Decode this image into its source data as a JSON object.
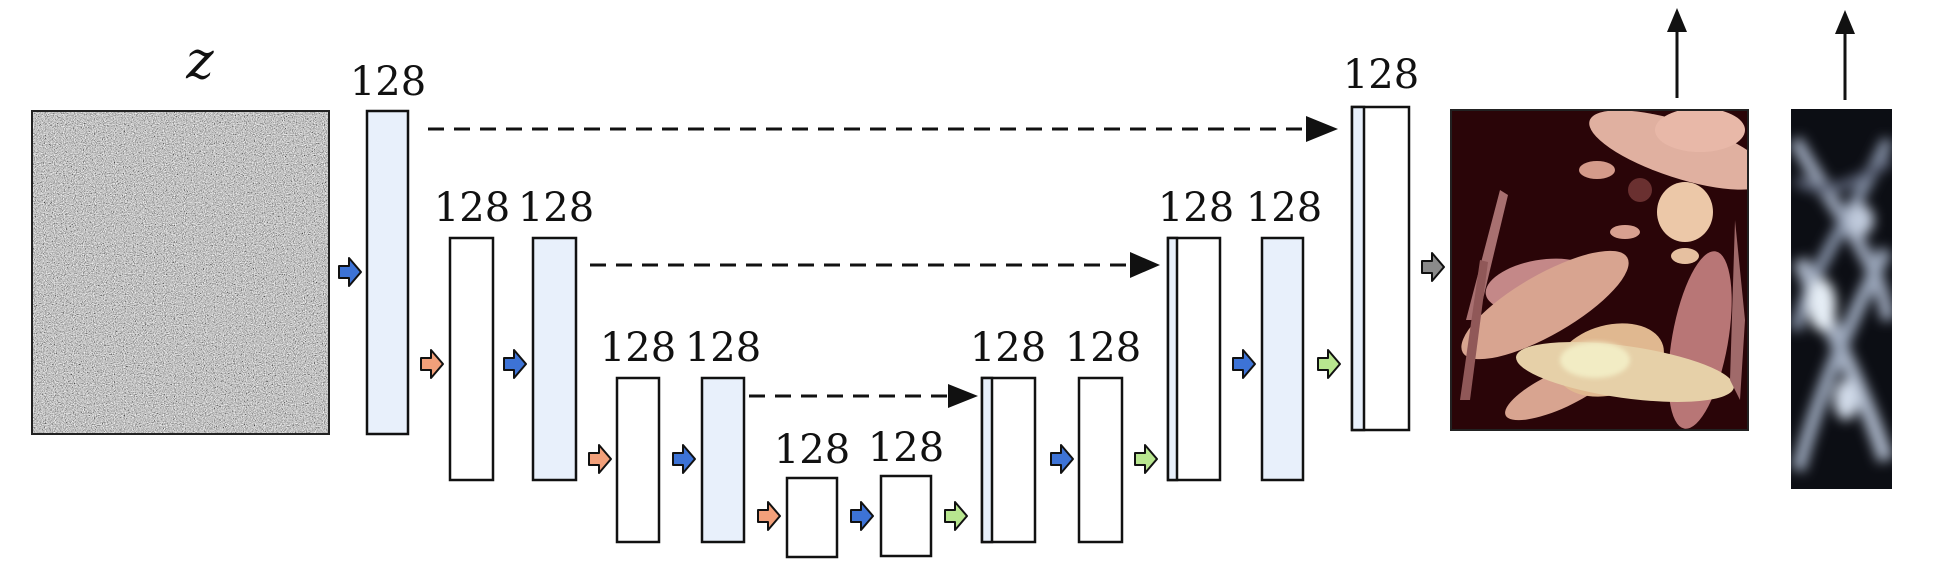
{
  "diagram": {
    "input_label": "z",
    "channel_label": "128",
    "colors": {
      "block_filled": "#e8f0fb",
      "block_plain": "#ffffff",
      "outline": "#111111",
      "arrow_conv": "#3d73d6",
      "arrow_down": "#f2a07a",
      "arrow_up": "#b8e68f",
      "arrow_out": "#8a8a8a"
    },
    "blocks": [
      {
        "id": "enc-1a",
        "fill": "filled",
        "label": "128"
      },
      {
        "id": "enc-2a",
        "fill": "plain",
        "label": "128"
      },
      {
        "id": "enc-2b",
        "fill": "filled",
        "label": "128"
      },
      {
        "id": "enc-3a",
        "fill": "plain",
        "label": "128"
      },
      {
        "id": "enc-3b",
        "fill": "filled",
        "label": "128"
      },
      {
        "id": "bottleneck-a",
        "fill": "plain",
        "label": "128"
      },
      {
        "id": "bottleneck-b",
        "fill": "plain",
        "label": "128"
      },
      {
        "id": "dec-3a",
        "fill": "plain",
        "label": "128",
        "concat": true
      },
      {
        "id": "dec-3b",
        "fill": "plain",
        "label": "128"
      },
      {
        "id": "dec-2a",
        "fill": "plain",
        "label": "128",
        "concat": true
      },
      {
        "id": "dec-2b",
        "fill": "filled",
        "label": "128"
      },
      {
        "id": "dec-1a",
        "fill": "plain",
        "label": "128",
        "concat": true
      }
    ],
    "skip_connections": [
      "level-1",
      "level-2",
      "level-3"
    ],
    "output_image": "phantom-image",
    "sinogram_image": "sinogram-image"
  }
}
